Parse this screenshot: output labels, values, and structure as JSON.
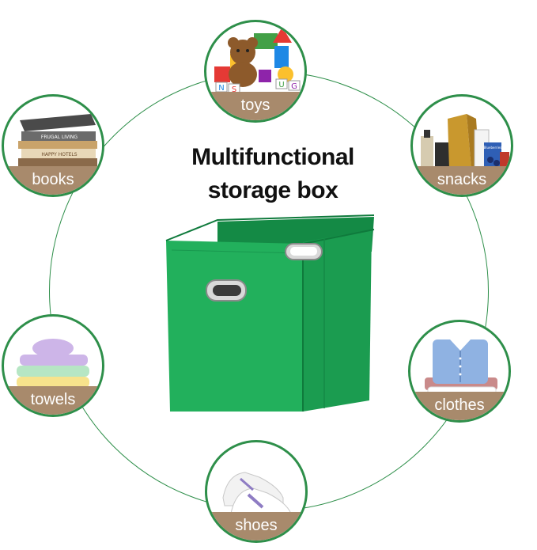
{
  "headline": {
    "line1": "Multifunctional",
    "line2": "storage box"
  },
  "categories": [
    {
      "id": "toys",
      "label": "toys"
    },
    {
      "id": "books",
      "label": "books"
    },
    {
      "id": "snacks",
      "label": "snacks"
    },
    {
      "id": "towels",
      "label": "towels"
    },
    {
      "id": "clothes",
      "label": "clothes"
    },
    {
      "id": "shoes",
      "label": "shoes"
    }
  ],
  "book_spines": [
    "FRUGAL LIVING",
    "HAPPY HOTELS"
  ],
  "toy_blocks": [
    "N",
    "S",
    "U",
    "G"
  ],
  "snack_pack": "Blueberries",
  "colors": {
    "ring": "#2e8f4a",
    "label_band": "#a88a6c",
    "box_green": "#1faa59",
    "label_text": "#ffffff"
  }
}
